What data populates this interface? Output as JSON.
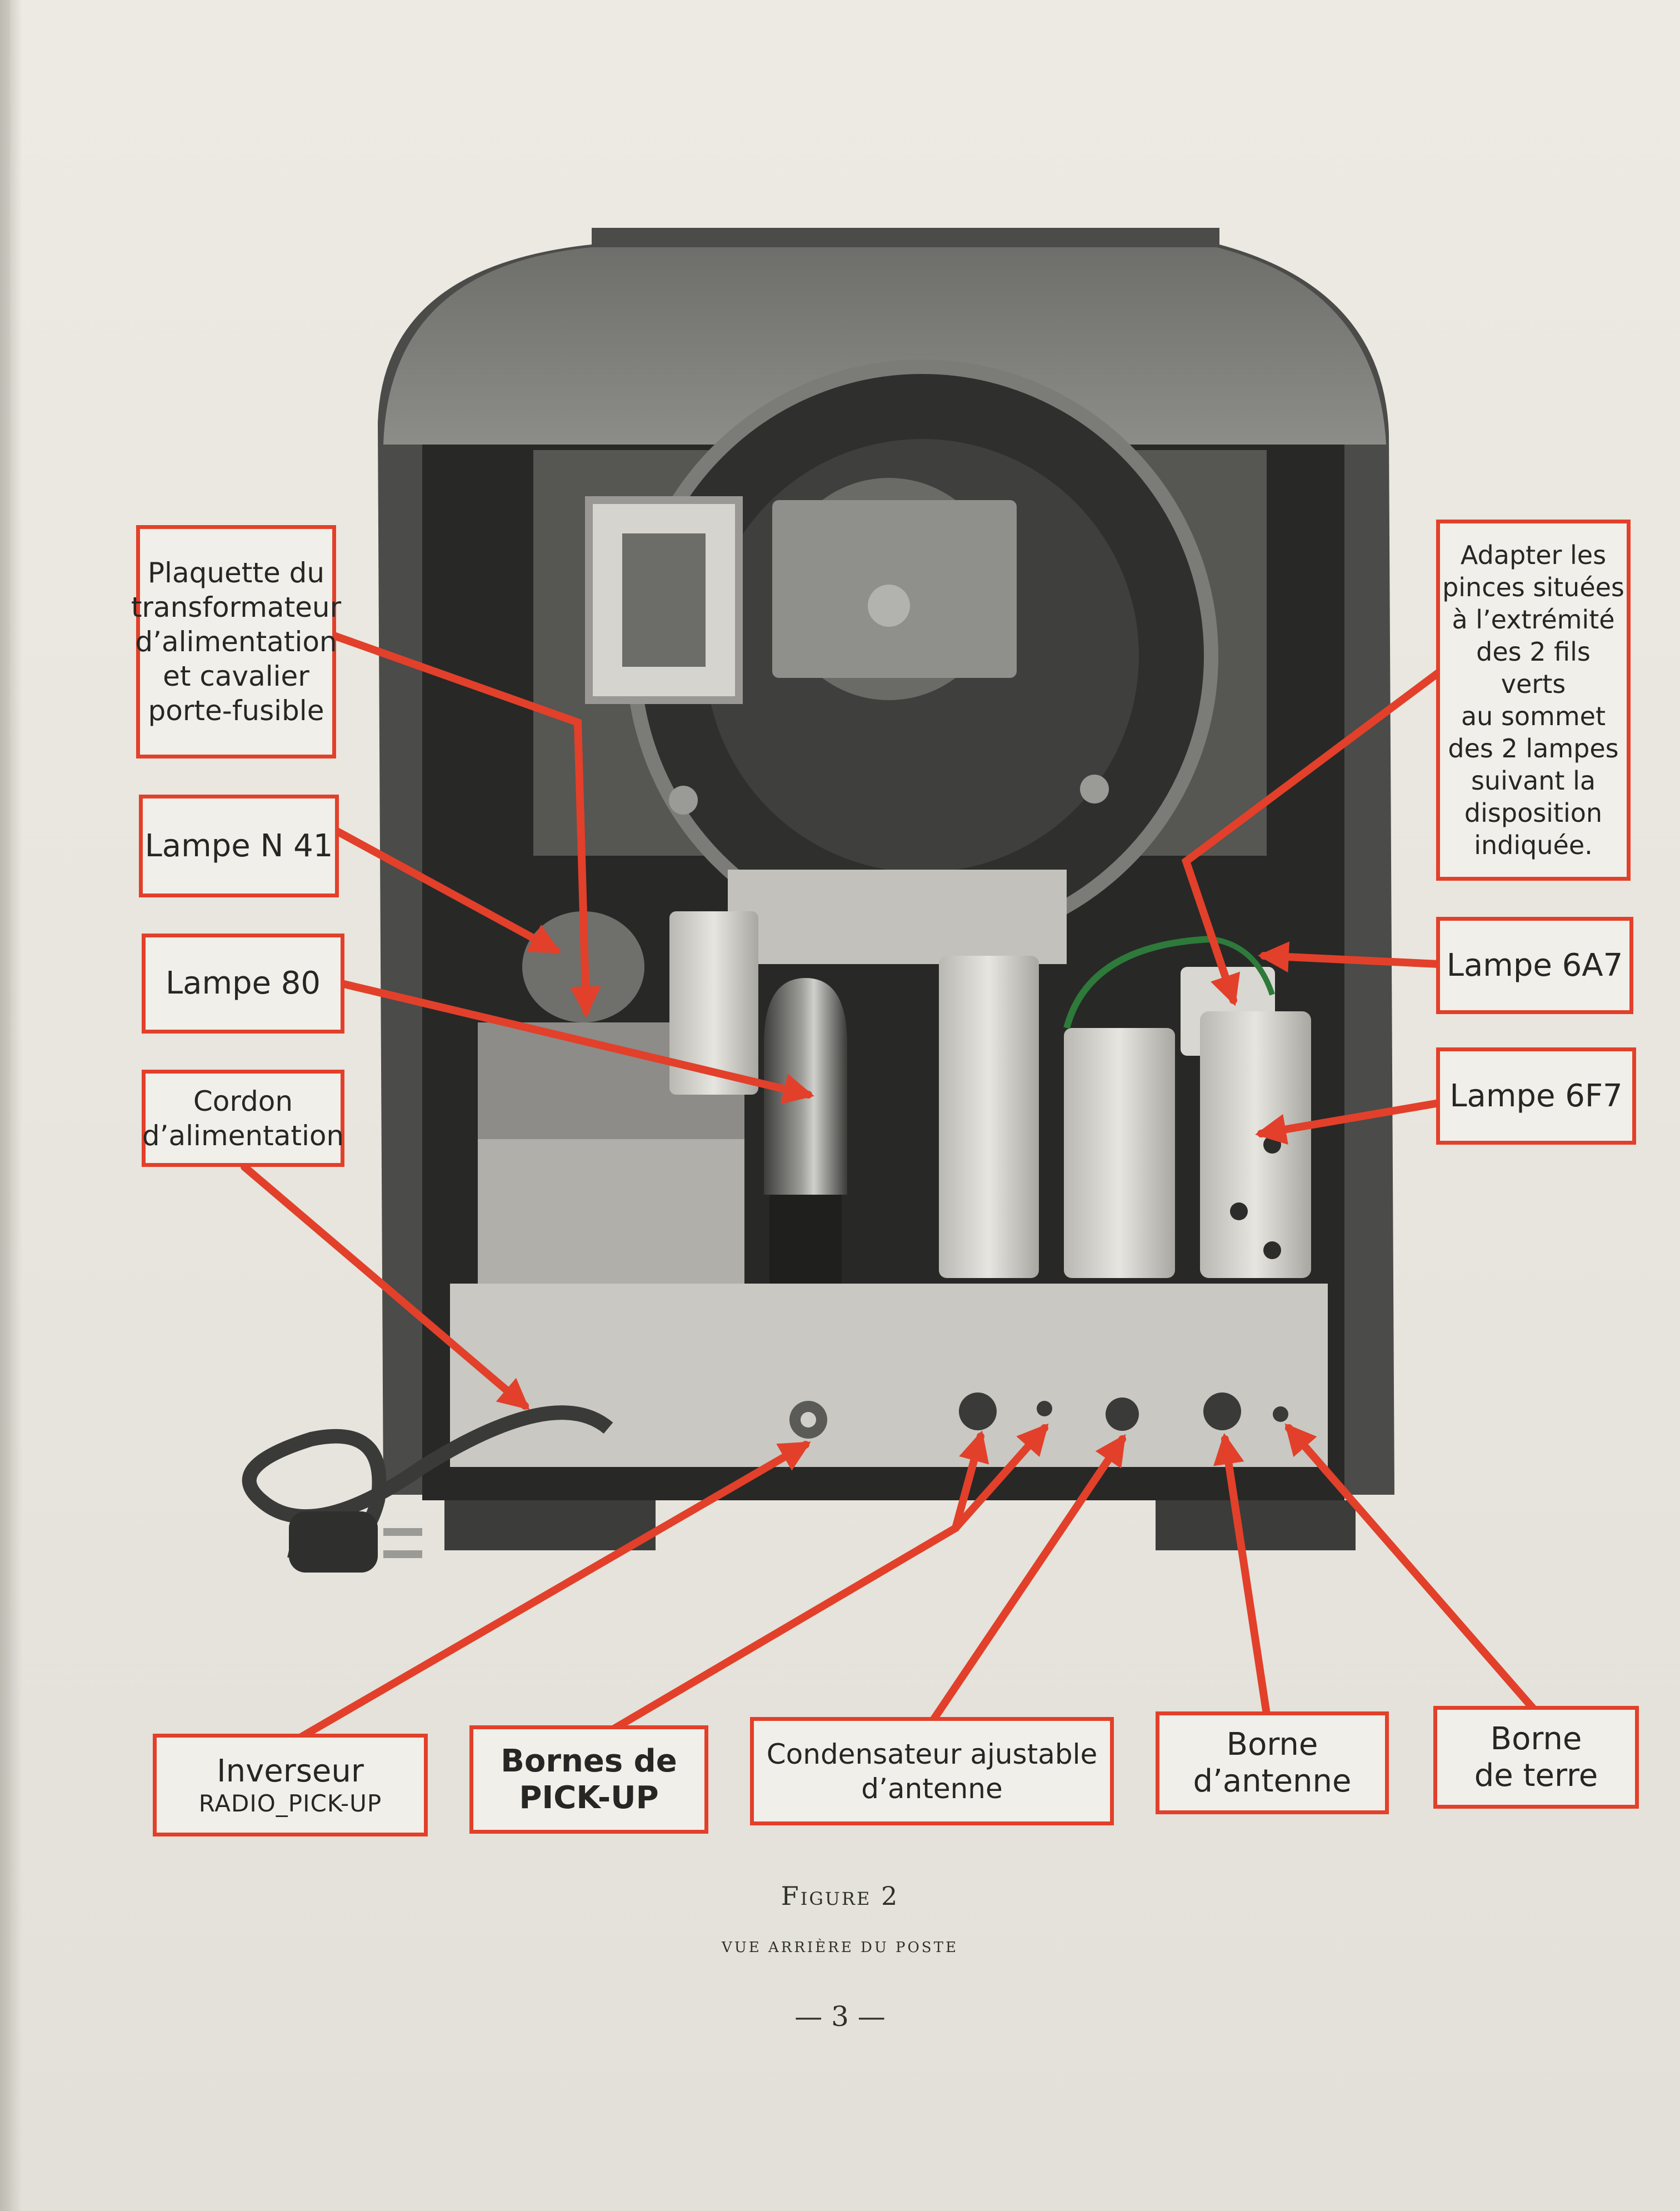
{
  "figure": {
    "labels": {
      "plaquette": [
        "Plaquette du",
        "transformateur",
        "d’alimentation",
        "et cavalier",
        "porte-fusible"
      ],
      "lampe_n41": "Lampe N 41",
      "lampe_80": "Lampe 80",
      "cordon": [
        "Cordon",
        "d’alimentation"
      ],
      "adapter": [
        "Adapter les",
        "pinces situées",
        "à l’extrémité",
        "des 2 fils verts",
        "au sommet",
        "des 2 lampes",
        "suivant la",
        "disposition",
        "indiquée."
      ],
      "lampe_6a7": "Lampe 6A7",
      "lampe_6f7": "Lampe 6F7",
      "inverseur": [
        "Inverseur",
        "RADIO_PICK-UP"
      ],
      "bornes_pickup": [
        "Bornes de",
        "PICK-UP"
      ],
      "condensateur": [
        "Condensateur ajustable",
        "d’antenne"
      ],
      "borne_antenne": [
        "Borne",
        "d’antenne"
      ],
      "borne_terre": [
        "Borne",
        "de terre"
      ]
    },
    "caption_title": "Figure 2",
    "caption_subtitle": "VUE ARRIÈRE DU POSTE",
    "page_number": "— 3 —"
  },
  "colors": {
    "label_border": "#e2402a",
    "arrow": "#e2402a",
    "cabinet": "#4a4a48",
    "chassis": "#c9c8c2"
  }
}
